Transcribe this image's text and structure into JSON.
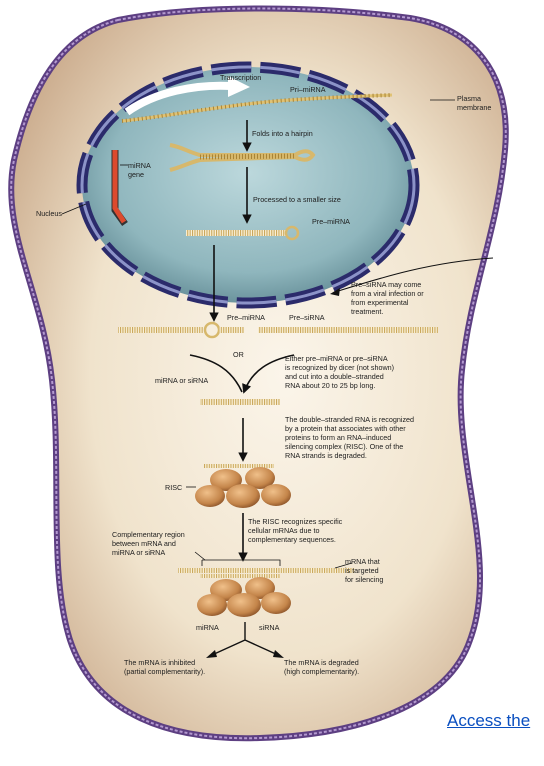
{
  "labels": {
    "transcription": "Transcription",
    "pri_mirna": "Pri–miRNA",
    "plasma_membrane": "Plasma\nmembrane",
    "folds_hairpin": "Folds into a hairpin",
    "mirna_gene": "miRNA\ngene",
    "nucleus": "Nucleus",
    "processed_smaller": "Processed to a smaller size",
    "pre_mirna_nucleus": "Pre–miRNA",
    "pre_sirna_source": "Pre–siRNA may come\nfrom a viral infection or\nfrom experimental\ntreatment.",
    "pre_mirna_cyto": "Pre–miRNA",
    "pre_sirna": "Pre–siRNA",
    "or": "OR",
    "dicer_text": "Either pre–miRNA or pre–siRNA\nis recognized by dicer (not shown)\nand cut into a double–stranded\nRNA about 20 to 25 bp long.",
    "mirna_or_sirna": "miRNA or siRNA",
    "risc_text": "The double–stranded RNA is recognized\nby a protein that associates with other\nproteins to form an RNA–induced\nsilencing complex (RISC). One of the\nRNA strands is degraded.",
    "risc": "RISC",
    "risc_recognizes": "The RISC recognizes specific\ncellular mRNAs due to\ncomplementary sequences.",
    "complementary_region": "Complementary region\nbetween mRNA and\nmiRNA or siRNA",
    "mrna_targeted": "mRNA that\nis targeted\nfor silencing",
    "mirna": "miRNA",
    "sirna": "siRNA",
    "inhibited": "The mRNA is inhibited\n(partial complementarity).",
    "degraded": "The mRNA is degraded\n(high complementarity)."
  },
  "link": {
    "access_text": "Access the"
  },
  "colors": {
    "cell_fill": "#e8d8be",
    "cell_membrane": "#6e4f8f",
    "nucleus_fill": "#7fa8b0",
    "nuclear_envelope": "#2a2a66",
    "rna_strand": "#d7b86c",
    "gene": "#d8442a",
    "risc_protein": "#c48a52",
    "link": "#0a4fc0"
  }
}
